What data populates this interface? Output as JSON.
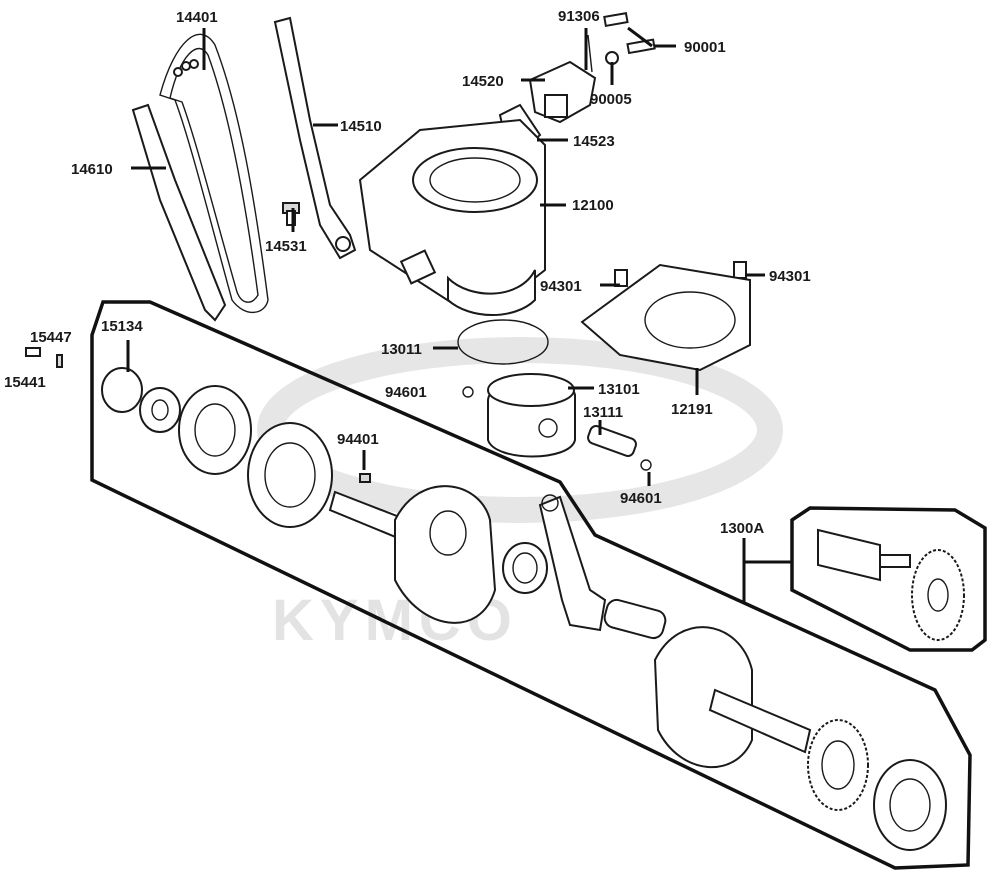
{
  "watermark": "KYMCO",
  "labels": [
    {
      "id": "14401",
      "text": "14401"
    },
    {
      "id": "14510",
      "text": "14510"
    },
    {
      "id": "14610",
      "text": "14610"
    },
    {
      "id": "14531",
      "text": "14531"
    },
    {
      "id": "91306",
      "text": "91306"
    },
    {
      "id": "90001",
      "text": "90001"
    },
    {
      "id": "14520",
      "text": "14520"
    },
    {
      "id": "90005",
      "text": "90005"
    },
    {
      "id": "14523",
      "text": "14523"
    },
    {
      "id": "12100",
      "text": "12100"
    },
    {
      "id": "94301a",
      "text": "94301"
    },
    {
      "id": "94301b",
      "text": "94301"
    },
    {
      "id": "15447",
      "text": "15447"
    },
    {
      "id": "15441",
      "text": "15441"
    },
    {
      "id": "15134",
      "text": "15134"
    },
    {
      "id": "13011",
      "text": "13011"
    },
    {
      "id": "94601a",
      "text": "94601"
    },
    {
      "id": "13101",
      "text": "13101"
    },
    {
      "id": "12191",
      "text": "12191"
    },
    {
      "id": "13111",
      "text": "13111"
    },
    {
      "id": "94401",
      "text": "94401"
    },
    {
      "id": "94601b",
      "text": "94601"
    },
    {
      "id": "1300A",
      "text": "1300A"
    }
  ]
}
